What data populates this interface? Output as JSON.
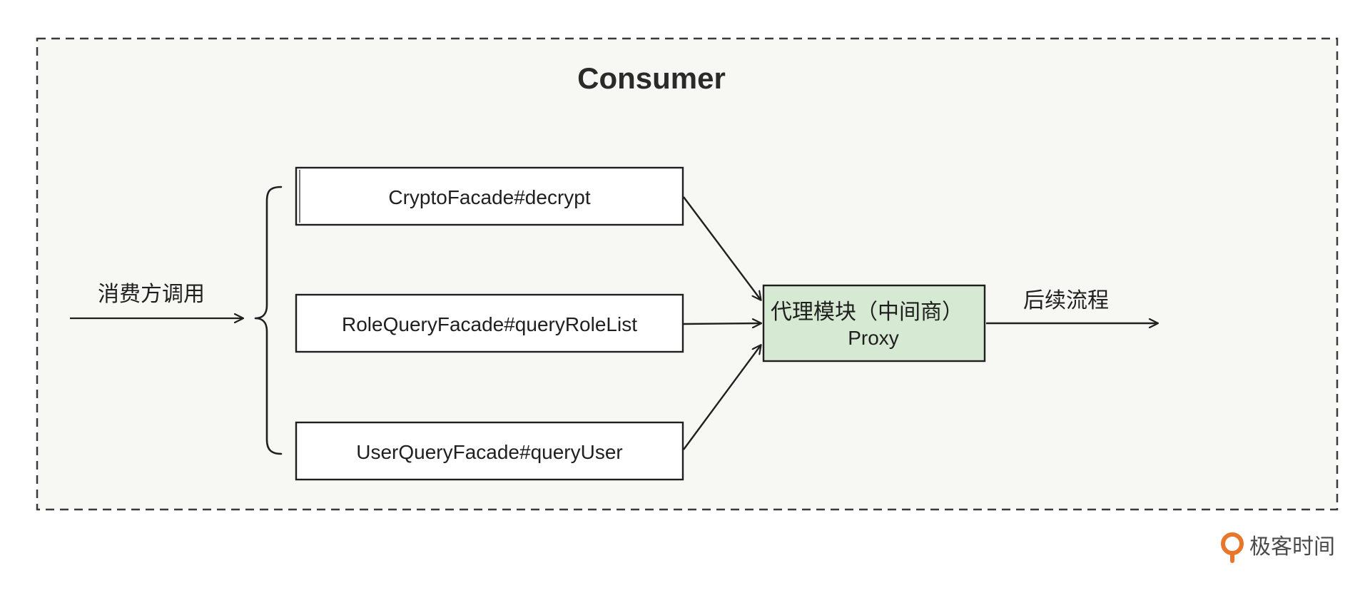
{
  "colors": {
    "consumer_bg": "#f7f8f3",
    "border": "#3a3a3a",
    "box_bg": "#ffffff",
    "proxy_bg": "#d6e9d2",
    "logo_orange": "#e8762c"
  },
  "consumer": {
    "title": "Consumer"
  },
  "caller": {
    "label": "消费方调用"
  },
  "facades": [
    {
      "label": "CryptoFacade#decrypt"
    },
    {
      "label": "RoleQueryFacade#queryRoleList"
    },
    {
      "label": "UserQueryFacade#queryUser"
    }
  ],
  "proxy": {
    "line1": "代理模块（中间商）",
    "line2": "Proxy"
  },
  "next": {
    "label": "后续流程"
  },
  "logo": {
    "text": "极客时间",
    "icon": "geektime-logo-icon"
  }
}
